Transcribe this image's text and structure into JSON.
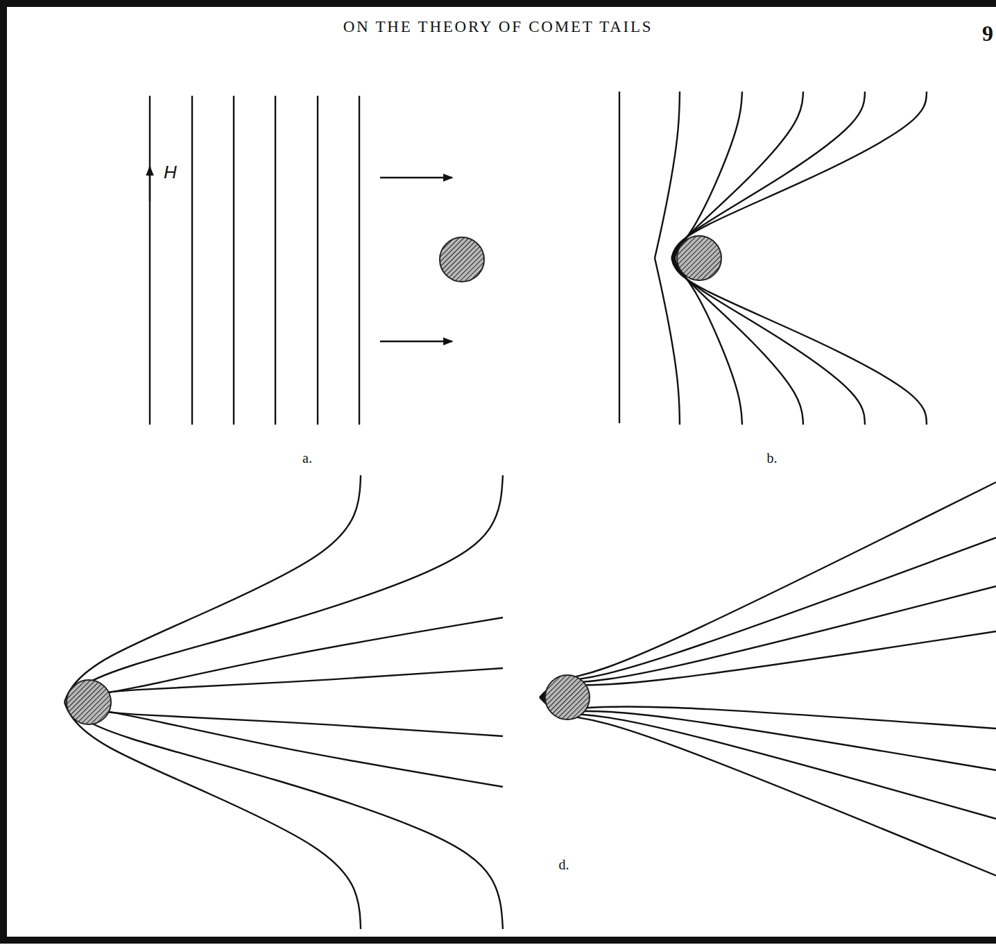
{
  "diagram": {
    "labels": [
      "ON THE THEORY OF COMET TAILS",
      "9",
      "H",
      "a.",
      "b.",
      "d."
    ]
  }
}
